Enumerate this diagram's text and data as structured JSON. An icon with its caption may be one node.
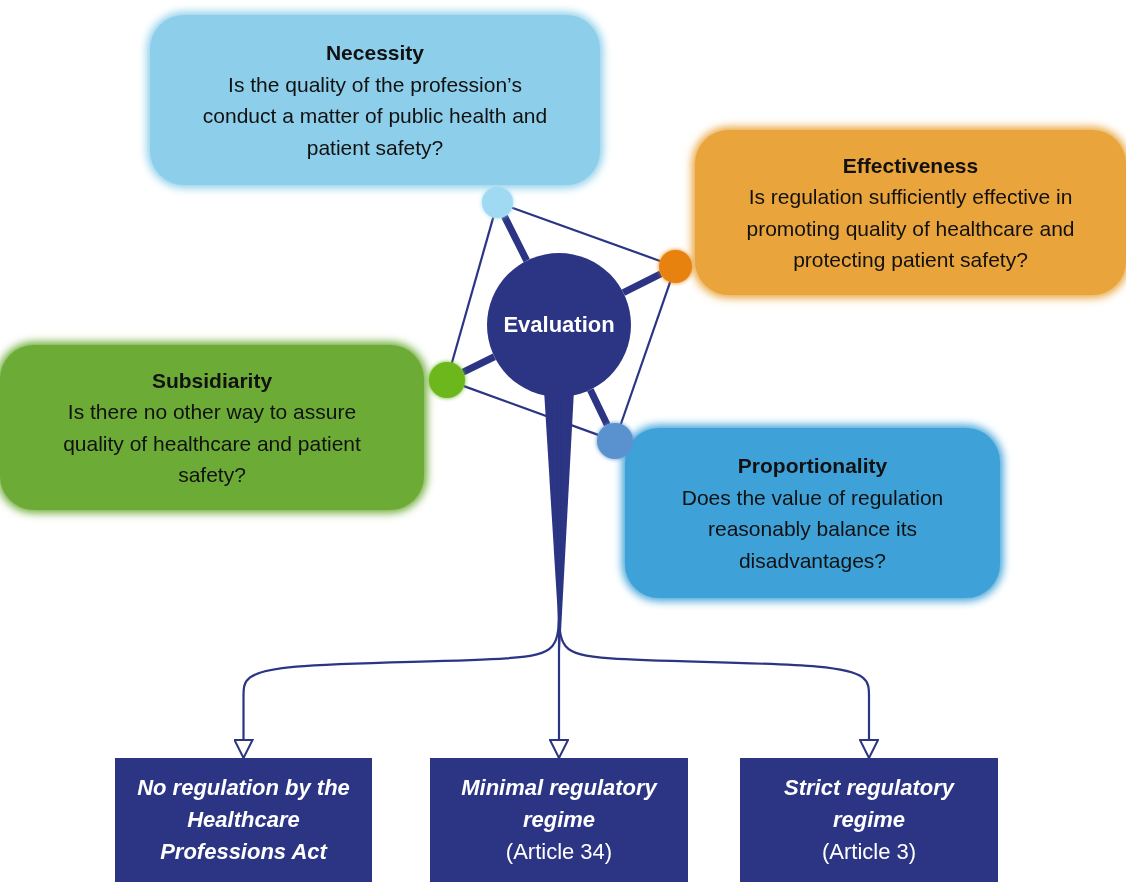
{
  "diagram": {
    "nodes": [
      {
        "text": [
          "Evaluation"
        ]
      },
      {
        "text": [
          "Necessity",
          "Is the quality of the profession’s conduct a matter of public health and patient safety?"
        ]
      },
      {
        "text": [
          "Effectiveness",
          "Is regulation sufficiently effective in promoting quality of healthcare and protecting patient safety?"
        ]
      },
      {
        "text": [
          "Subsidiarity",
          "Is there no other way to assure quality of healthcare and patient safety?"
        ]
      },
      {
        "text": [
          "Proportionality",
          "Does the value of regulation reasonably balance its disadvantages?"
        ]
      },
      {
        "text": [],
        "shape": "circle"
      },
      {
        "text": [],
        "shape": "circle"
      },
      {
        "text": [],
        "shape": "circle"
      },
      {
        "text": [],
        "shape": "circle"
      },
      {
        "text": [
          "No regulation by the Healthcare Professions Act"
        ]
      },
      {
        "text": [
          "Minimal regulatory regime",
          "(Article 34)"
        ]
      },
      {
        "text": [
          "Strict regulatory regime",
          "(Article 3)"
        ]
      }
    ],
    "edges": [
      {
        "from": 0,
        "to": 5,
        "arrow": "none",
        "style": "thick"
      },
      {
        "from": 0,
        "to": 6,
        "arrow": "none",
        "style": "thick"
      },
      {
        "from": 0,
        "to": 7,
        "arrow": "none",
        "style": "thick"
      },
      {
        "from": 0,
        "to": 8,
        "arrow": "none",
        "style": "thick"
      },
      {
        "from": 5,
        "to": 6,
        "arrow": "none"
      },
      {
        "from": 6,
        "to": 8,
        "arrow": "none"
      },
      {
        "from": 8,
        "to": 7,
        "arrow": "none"
      },
      {
        "from": 7,
        "to": 5,
        "arrow": "none"
      },
      {
        "from": 0,
        "to": 9,
        "arrow": "to"
      },
      {
        "from": 0,
        "to": 10,
        "arrow": "to"
      },
      {
        "from": 0,
        "to": 11,
        "arrow": "to"
      }
    ]
  }
}
